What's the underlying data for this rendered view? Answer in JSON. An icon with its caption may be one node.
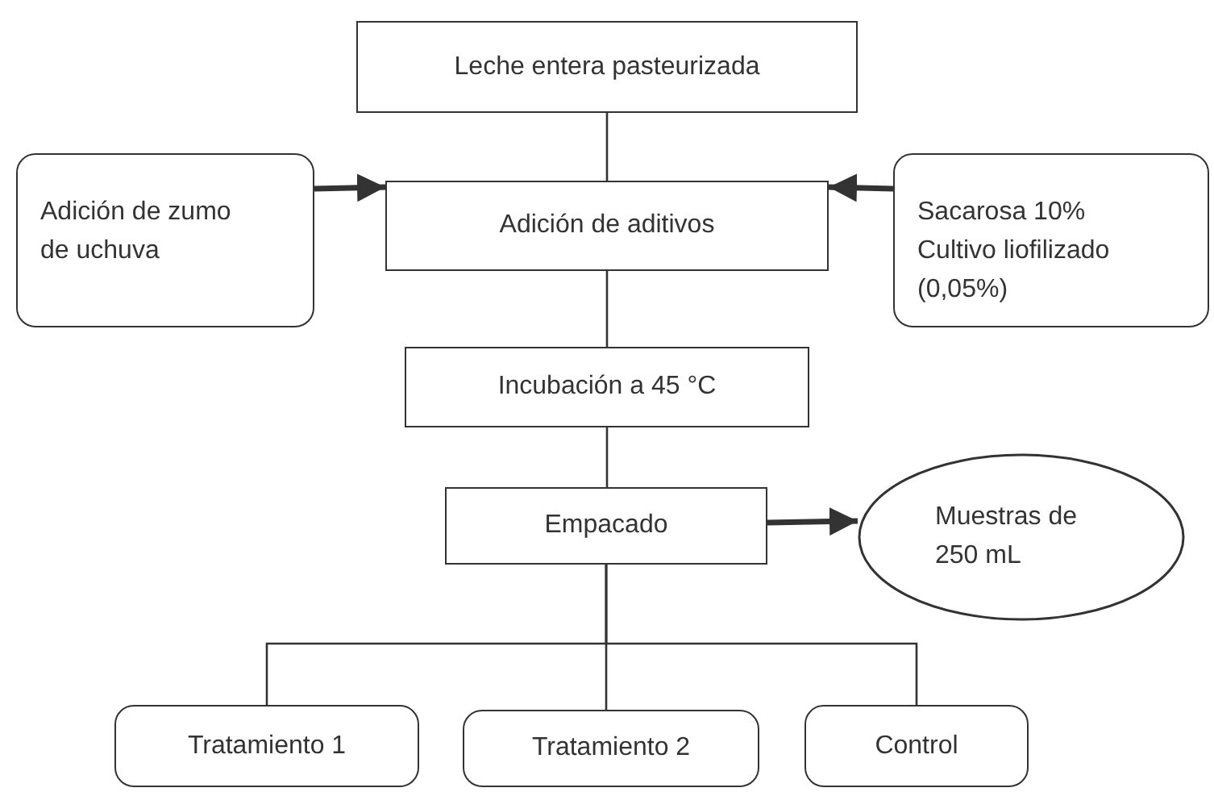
{
  "diagram": {
    "nodes": [
      {
        "text": [
          "Leche entera pasteurizada"
        ]
      },
      {
        "text": [
          "Adición de zumo de uchuva"
        ]
      },
      {
        "text": [
          "Adición de aditivos"
        ]
      },
      {
        "text": [
          "Sacarosa 10% Cultivo liofilizado (0,05%)"
        ]
      },
      {
        "text": [
          "Incubación a 45 °C"
        ]
      },
      {
        "text": [
          "Empacado"
        ]
      },
      {
        "text": [
          "Muestras de 250 mL"
        ]
      },
      {
        "text": [
          "Tratamiento 1"
        ]
      },
      {
        "text": [
          "Tratamiento 2"
        ]
      },
      {
        "text": [
          "Control"
        ]
      }
    ],
    "edges": [
      {
        "from": 0,
        "to": 2,
        "arrow": "none"
      },
      {
        "from": 1,
        "to": 2,
        "arrow": "to",
        "style": "thick"
      },
      {
        "from": 3,
        "to": 2,
        "arrow": "to",
        "style": "thick"
      },
      {
        "from": 2,
        "to": 4,
        "arrow": "none"
      },
      {
        "from": 4,
        "to": 5,
        "arrow": "none"
      },
      {
        "from": 5,
        "to": 6,
        "arrow": "to",
        "style": "thick"
      },
      {
        "from": 5,
        "to": 7,
        "arrow": "none"
      },
      {
        "from": 5,
        "to": 8,
        "arrow": "none"
      },
      {
        "from": 5,
        "to": 9,
        "arrow": "none"
      }
    ]
  }
}
